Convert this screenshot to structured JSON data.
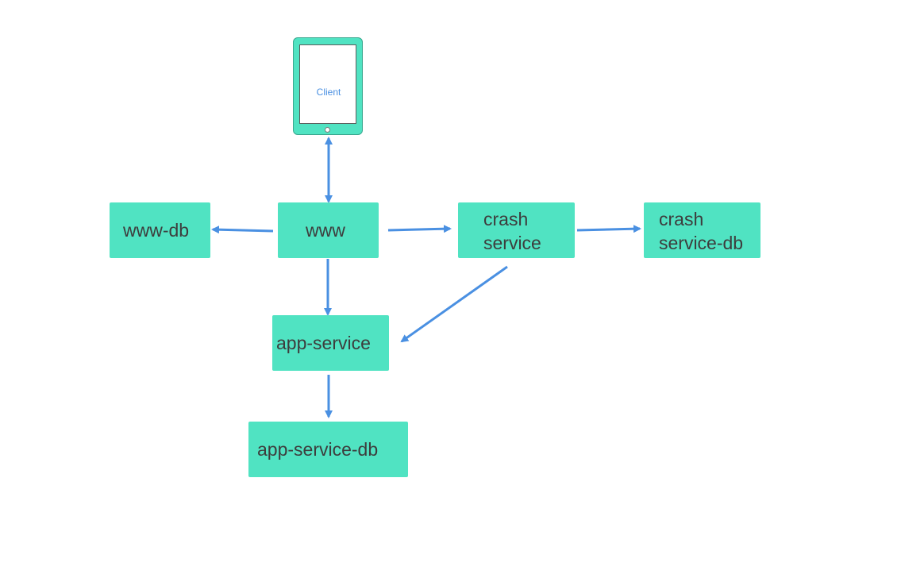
{
  "client": {
    "label": "Client"
  },
  "nodes": {
    "www_db": "www-db",
    "www": "www",
    "crash_service": {
      "line1": "crash",
      "line2": "service"
    },
    "crash_service_db": {
      "line1": "crash",
      "line2": "service-db"
    },
    "app_service": "app-service",
    "app_service_db": "app-service-db"
  },
  "colors": {
    "node_fill": "#50e3c2",
    "node_text": "#3d3d3d",
    "arrow": "#4a90e2",
    "client_label": "#4a90e2"
  },
  "edges": [
    {
      "from": "client",
      "to": "www",
      "bidirectional": true
    },
    {
      "from": "www",
      "to": "www-db"
    },
    {
      "from": "www",
      "to": "crash-service"
    },
    {
      "from": "crash-service",
      "to": "crash-service-db"
    },
    {
      "from": "www",
      "to": "app-service"
    },
    {
      "from": "crash-service",
      "to": "app-service"
    },
    {
      "from": "app-service",
      "to": "app-service-db"
    }
  ]
}
